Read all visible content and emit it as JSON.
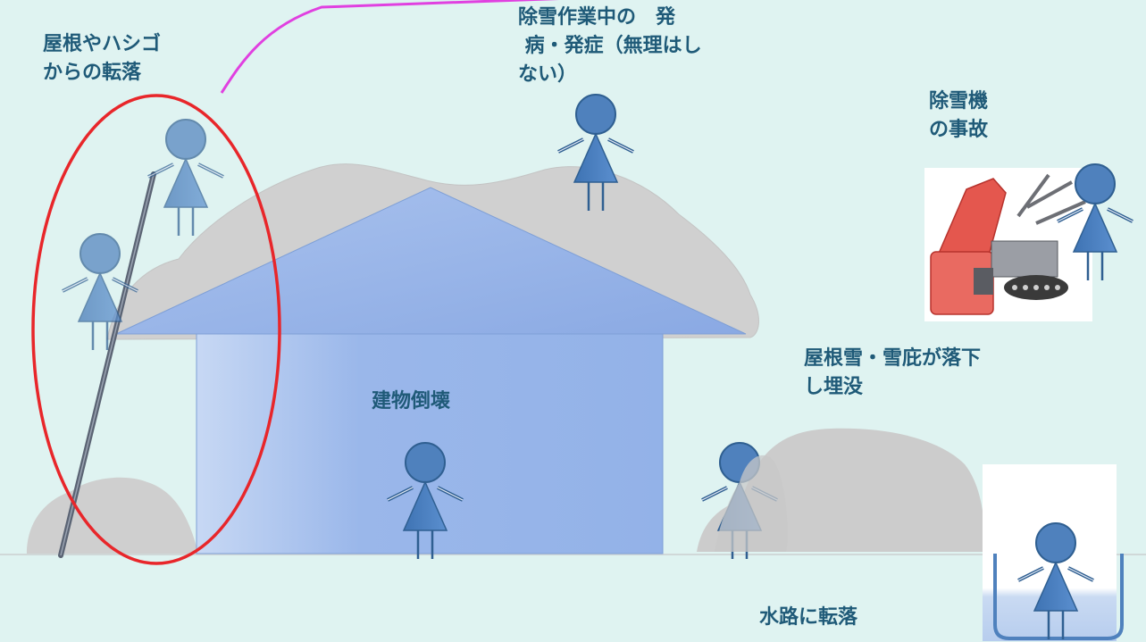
{
  "labels": {
    "fall_roof": "屋根やハシゴ\nからの転落",
    "illness": "除雪作業中の　発\n 病・発症（無理はし\nない）",
    "snow_blower": "除雪機\nの事故",
    "snow_slide": "屋根雪・雪庇が落下\nし埋没",
    "collapse": "建物倒壊",
    "waterway": "水路に転落"
  },
  "colors": {
    "background": "#dff3f1",
    "text": "#1f5a78",
    "figure_fill": "#4f81bd",
    "figure_stroke": "#2f5f91",
    "figure_faded": "#7ea2c9",
    "snow": "#cfcfcf",
    "house_light": "#b7cdf1",
    "house_dark": "#8fb0e6",
    "highlight_ellipse": "#e8262a",
    "connector_line": "#e040e0",
    "ladder": "#5b6474"
  },
  "icons": {
    "person": "person-icon",
    "snow_blower": "snow-blower-icon",
    "house": "house-icon",
    "ladder": "ladder-icon",
    "water_channel": "water-channel-icon",
    "snow_pile": "snow-pile-icon"
  }
}
